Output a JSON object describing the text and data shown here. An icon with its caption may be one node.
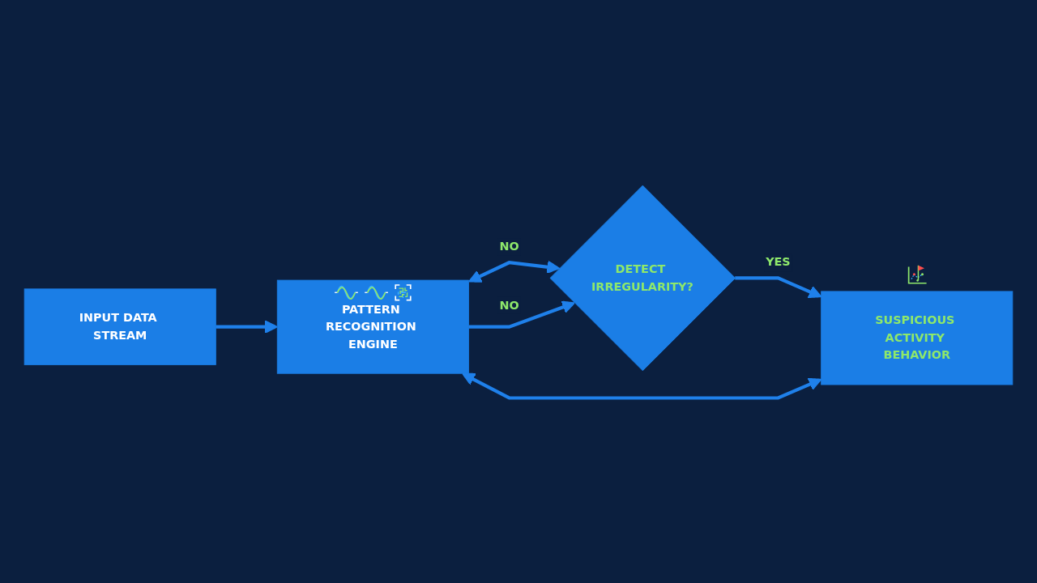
{
  "diagram": {
    "nodes": [
      {
        "text": [
          "INPUT DATA STREAM"
        ]
      },
      {
        "text": [
          "PATTERN RECOGNITION ENGINE"
        ]
      },
      {
        "text": [
          "DETECT IRREGULARITY?"
        ]
      },
      {
        "text": [
          "SUSPICIOUS ACTIVITY BEHAVIOR"
        ]
      }
    ],
    "edges": [
      {
        "from": 0,
        "to": 1,
        "arrow": "to"
      },
      {
        "from": 1,
        "to": 2,
        "arrow": "both",
        "label": "NO"
      },
      {
        "from": 1,
        "to": 2,
        "arrow": "to",
        "label": "NO"
      },
      {
        "from": 2,
        "to": 3,
        "arrow": "to",
        "label": "YES"
      },
      {
        "from": 1,
        "to": 3,
        "arrow": "both"
      }
    ]
  }
}
